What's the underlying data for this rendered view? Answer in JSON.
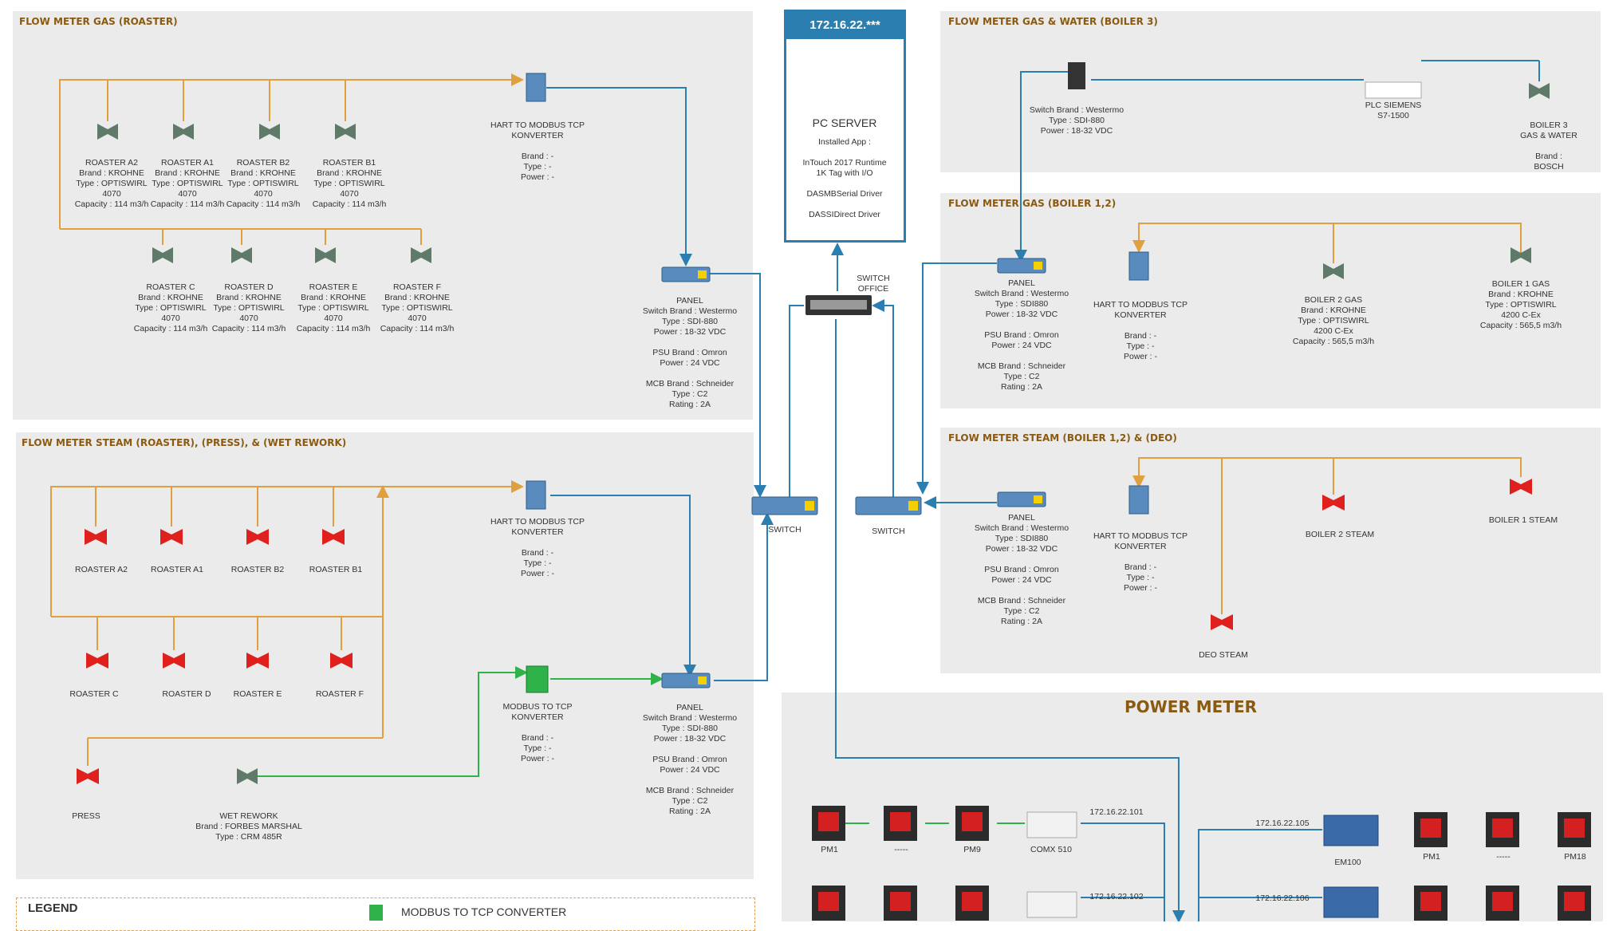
{
  "server": {
    "ip": "172.16.22.***",
    "name": "PC SERVER",
    "details": "Installed App :\n\nInTouch 2017 Runtime\n1K Tag with I/O\n\nDASMBSerial Driver\n\nDASSIDirect Driver"
  },
  "switch_office": "SWITCH\nOFFICE",
  "panels": {
    "gas_roaster": "FLOW METER GAS (ROASTER)",
    "steam_roaster": "FLOW METER STEAM (ROASTER), (PRESS), & (WET REWORK)",
    "boiler3": "FLOW METER GAS & WATER (BOILER 3)",
    "gas_boiler": "FLOW METER GAS (BOILER 1,2)",
    "steam_boiler": "FLOW METER STEAM (BOILER 1,2) & (DEO)",
    "power": "POWER METER"
  },
  "gas_roaster": {
    "meters_top": [
      "ROASTER A2\nBrand : KROHNE\nType : OPTISWIRL\n4070\nCapacity : 114 m3/h",
      "ROASTER A1\nBrand : KROHNE\nType : OPTISWIRL\n4070\nCapacity : 114 m3/h",
      "ROASTER B2\nBrand : KROHNE\nType : OPTISWIRL\n4070\nCapacity : 114 m3/h",
      "ROASTER B1\nBrand : KROHNE\nType : OPTISWIRL\n4070\nCapacity : 114 m3/h"
    ],
    "meters_bottom": [
      "ROASTER C\nBrand : KROHNE\nType : OPTISWIRL\n4070\nCapacity : 114 m3/h",
      "ROASTER D\nBrand : KROHNE\nType : OPTISWIRL\n4070\nCapacity : 114 m3/h",
      "ROASTER E\nBrand : KROHNE\nType : OPTISWIRL\n4070\nCapacity : 114 m3/h",
      "ROASTER F\nBrand : KROHNE\nType : OPTISWIRL\n4070\nCapacity : 114 m3/h"
    ],
    "hart": "HART TO MODBUS TCP\nKONVERTER\n\nBrand : -\nType : -\nPower : -",
    "panel": "PANEL\nSwitch Brand : Westermo\nType : SDI-880\nPower : 18-32 VDC\n\nPSU Brand : Omron\nPower : 24 VDC\n\nMCB Brand : Schneider\nType : C2\nRating : 2A"
  },
  "steam_roaster": {
    "meters_top": [
      "ROASTER A2",
      "ROASTER A1",
      "ROASTER B2",
      "ROASTER B1"
    ],
    "meters_bottom": [
      "ROASTER C",
      "ROASTER D",
      "ROASTER E",
      "ROASTER F"
    ],
    "press": "PRESS",
    "wet_rework": "WET REWORK\nBrand : FORBES MARSHAL\nType : CRM 485R",
    "hart": "HART TO MODBUS TCP\nKONVERTER\n\nBrand : -\nType : -\nPower : -",
    "modbus": "MODBUS TO TCP\nKONVERTER\n\nBrand : -\nType : -\nPower : -",
    "panel": "PANEL\nSwitch Brand : Westermo\nType : SDI-880\nPower : 18-32 VDC\n\nPSU Brand : Omron\nPower : 24 VDC\n\nMCB Brand : Schneider\nType : C2\nRating : 2A"
  },
  "switch_left": "SWITCH",
  "switch_right": "SWITCH",
  "boiler3": {
    "switch": "Switch Brand : Westermo\nType : SDI-880\nPower : 18-32 VDC",
    "plc": "PLC SIEMENS\nS7-1500",
    "meter": "BOILER 3\nGAS & WATER\n\nBrand : BOSCH"
  },
  "gas_boiler": {
    "panel": "PANEL\nSwitch Brand : Westermo\nType : SDI880\nPower : 18-32 VDC\n\nPSU Brand : Omron\nPower : 24 VDC\n\nMCB Brand : Schneider\nType : C2\nRating : 2A",
    "hart": "HART TO MODBUS TCP\nKONVERTER\n\nBrand : -\nType : -\nPower : -",
    "boiler2": "BOILER 2 GAS\nBrand : KROHNE\nType : OPTISWIRL\n4200 C-Ex\nCapacity : 565,5 m3/h",
    "boiler1": "BOILER 1 GAS\nBrand : KROHNE\nType : OPTISWIRL\n4200 C-Ex\nCapacity : 565,5 m3/h"
  },
  "steam_boiler": {
    "panel": "PANEL\nSwitch Brand : Westermo\nType : SDI880\nPower : 18-32 VDC\n\nPSU Brand : Omron\nPower : 24 VDC\n\nMCB Brand : Schneider\nType : C2\nRating : 2A",
    "hart": "HART TO MODBUS TCP\nKONVERTER\n\nBrand : -\nType : -\nPower : -",
    "boiler2": "BOILER 2 STEAM",
    "boiler1": "BOILER 1 STEAM",
    "deo": "DEO STEAM"
  },
  "power": {
    "row1_left": [
      "PM1",
      "-----",
      "PM9"
    ],
    "comm": "COMX 510",
    "ip1": "172.16.22.101",
    "ip2": "172.16.22.102",
    "ip5": "172.16.22.105",
    "ip6": "172.16.22.106",
    "em": "EM100",
    "row1_right": [
      "PM1",
      "-----",
      "PM18"
    ]
  },
  "legend": {
    "title": "LEGEND",
    "modbus": "MODBUS TO TCP CONVERTER"
  },
  "colors": {
    "panel_bg": "#ebebeb",
    "blue_line": "#2a7fb0",
    "orange_line": "#e0a040",
    "green_line": "#2fb24a",
    "meter_gas": "#607a6a",
    "meter_steam": "#e0201c",
    "title": "#8a5a12"
  }
}
